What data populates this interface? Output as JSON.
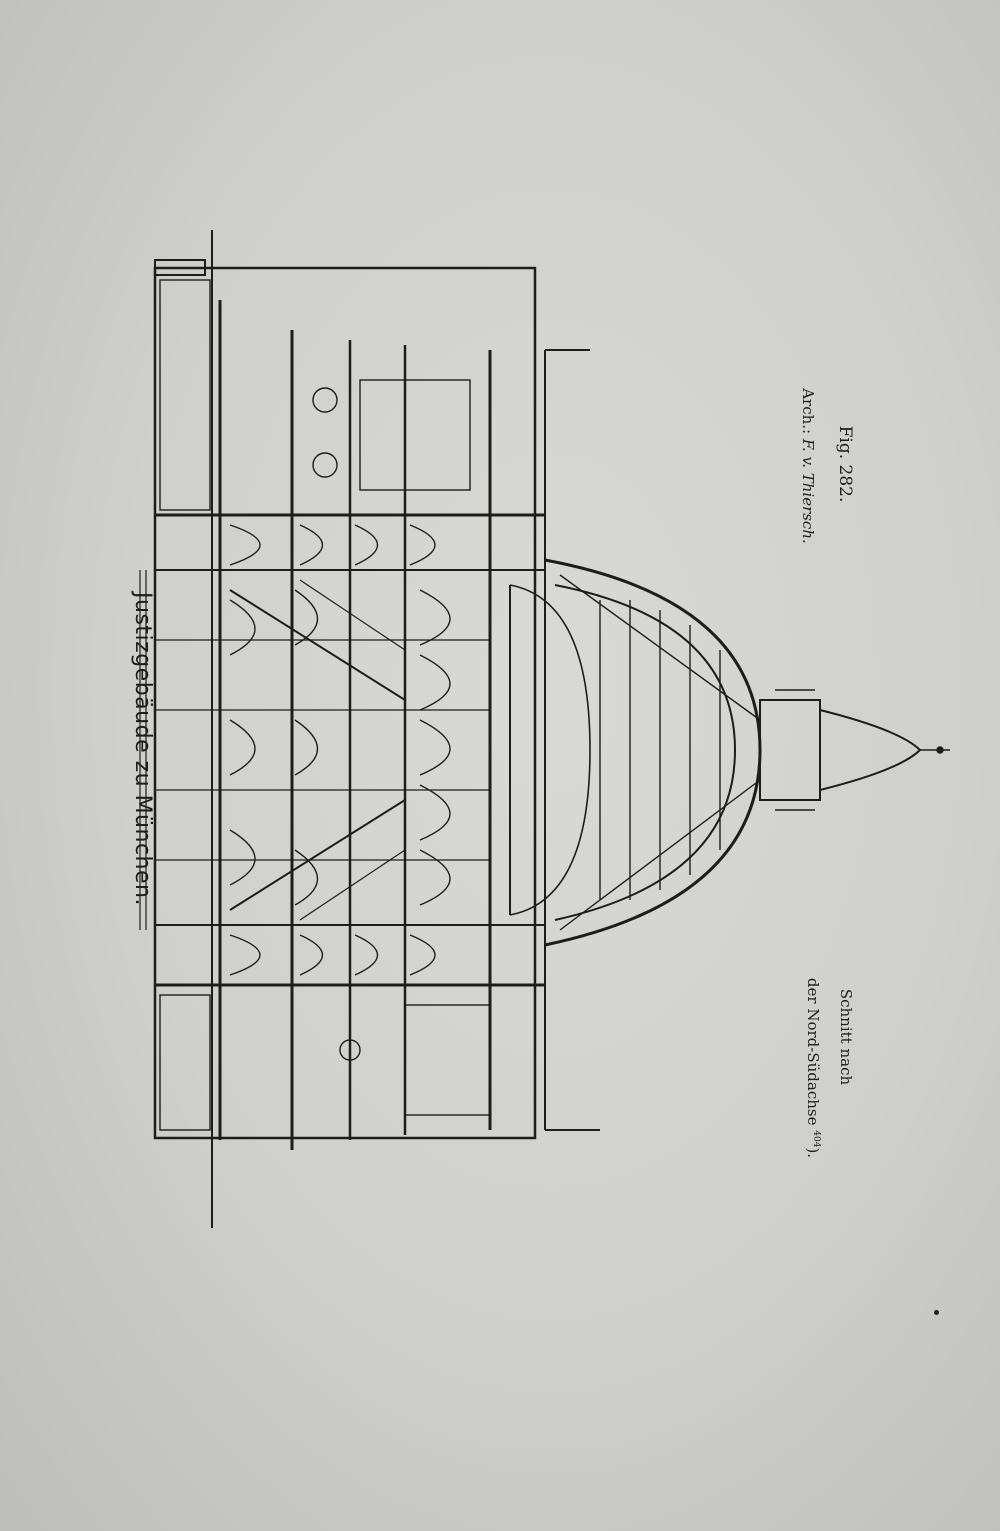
{
  "figure": {
    "number": "Fig. 282.",
    "architect_prefix": "Arch.:",
    "architect_name": "F. v. Thiersch.",
    "caption_line1": "Schnitt nach",
    "caption_line2": "der Nord-Südachse",
    "caption_footnote": "404",
    "caption_end": ").",
    "title": "Justizgebäude zu München."
  },
  "colors": {
    "paper": "#d4d4d0",
    "ink": "#1d1d1d"
  }
}
